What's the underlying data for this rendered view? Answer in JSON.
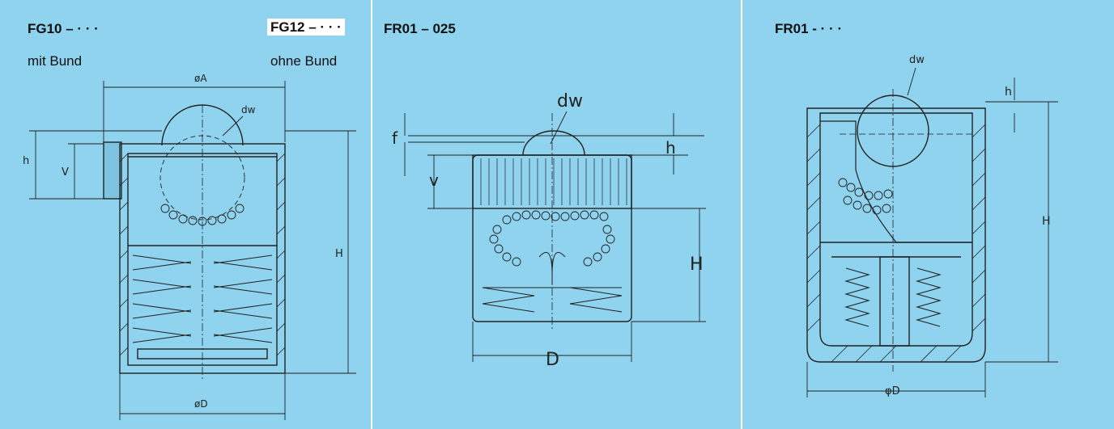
{
  "colors": {
    "panel_bg": "#8fd3ef",
    "divider": "#ffffff",
    "line": "#222222"
  },
  "panels": [
    {
      "title_left": "FG10 – · · ·",
      "title_right": "FG12 – · · ·",
      "sub_left": "mit Bund",
      "sub_right": "ohne Bund",
      "dims": {
        "dA": "øA",
        "dw": "dw",
        "h": "h",
        "v": "V",
        "H": "H",
        "dD": "øD"
      }
    },
    {
      "title": "FR01 – 025",
      "dims": {
        "dw": "dw",
        "f": "f",
        "h": "h",
        "v": "v",
        "H": "H",
        "D": "D"
      }
    },
    {
      "title": "FR01 - · · ·",
      "dims": {
        "dw": "dw",
        "h": "h",
        "H": "H",
        "dD": "φD"
      }
    }
  ]
}
